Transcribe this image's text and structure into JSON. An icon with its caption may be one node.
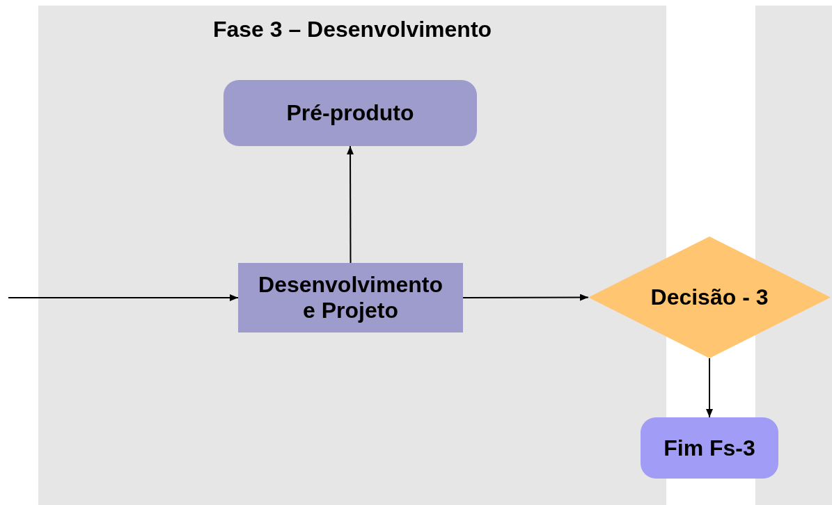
{
  "diagram": {
    "nodes": [
      {
        "text": [
          "Fase 3 – Desenvolvimento"
        ]
      },
      {
        "text": [
          "Pré-produto"
        ],
        "in": 0
      },
      {
        "text": [
          "Desenvolvimento e Projeto"
        ],
        "in": 0
      },
      {
        "text": [
          "Decisão - 3"
        ]
      },
      {
        "text": [
          "Fim Fs-3"
        ]
      },
      {
        "text": [],
        "shape": "box"
      }
    ],
    "edges": [
      {
        "from": null,
        "to": 2,
        "arrow": "to"
      },
      {
        "from": 2,
        "to": 1,
        "arrow": "to"
      },
      {
        "from": 2,
        "to": 3,
        "arrow": "to"
      },
      {
        "from": 3,
        "to": 4,
        "arrow": "to"
      }
    ]
  }
}
